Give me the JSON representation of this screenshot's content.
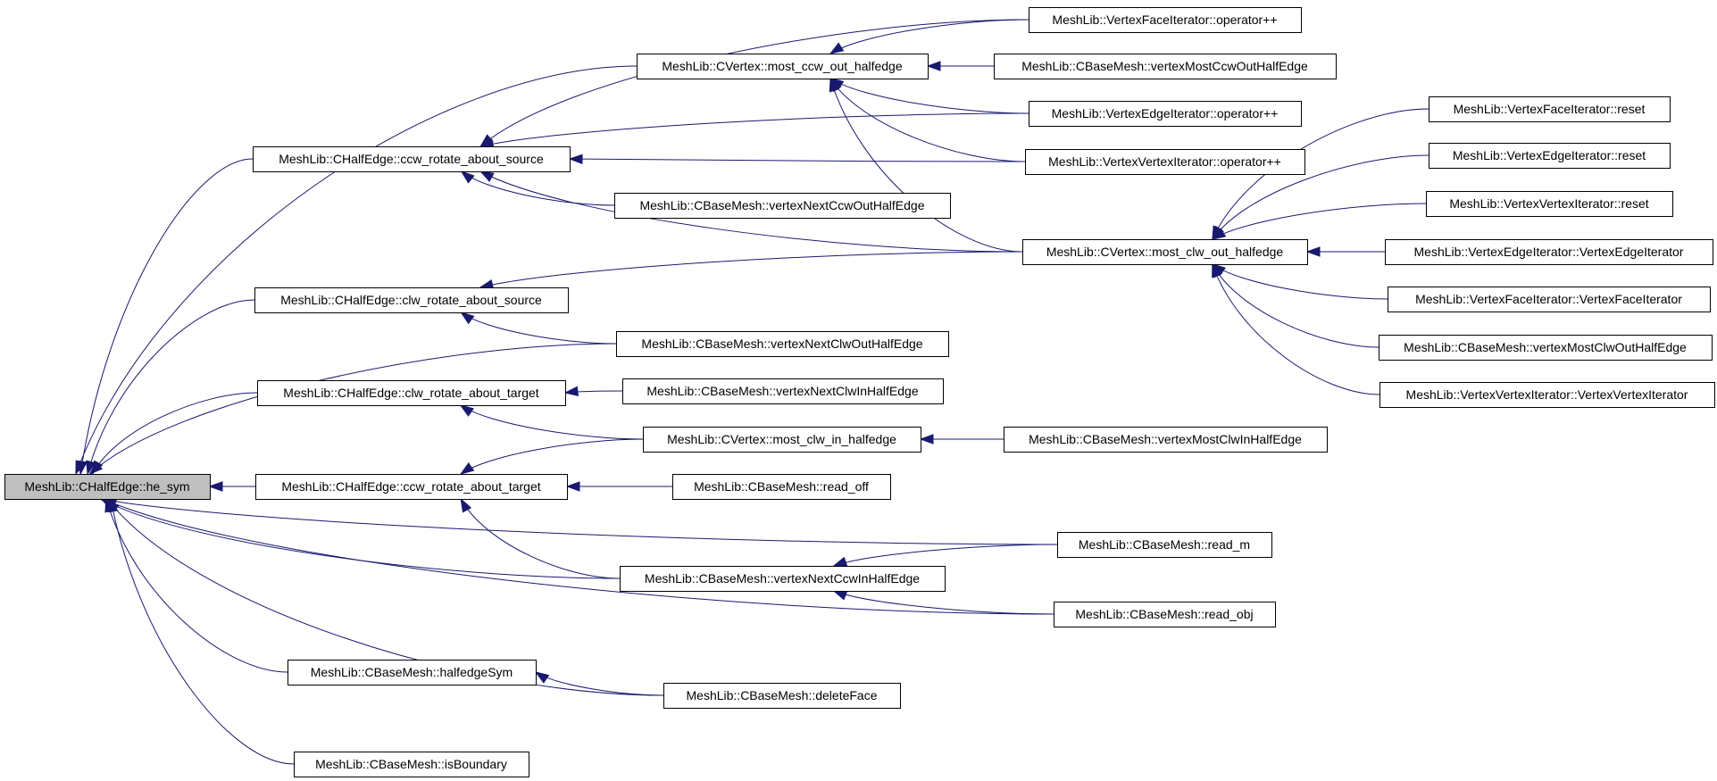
{
  "graph": {
    "root": "he_sym",
    "colors": {
      "edge": "#191970",
      "node_border": "#000000",
      "root_fill": "#bfbfbf",
      "node_fill": "#ffffff"
    },
    "nodes": [
      {
        "id": "he_sym",
        "label": "MeshLib::CHalfEdge::he_sym"
      },
      {
        "id": "ccw_src",
        "label": "MeshLib::CHalfEdge::ccw_rotate_about_source"
      },
      {
        "id": "clw_src",
        "label": "MeshLib::CHalfEdge::clw_rotate_about_source"
      },
      {
        "id": "clw_tgt",
        "label": "MeshLib::CHalfEdge::clw_rotate_about_target"
      },
      {
        "id": "ccw_tgt",
        "label": "MeshLib::CHalfEdge::ccw_rotate_about_target"
      },
      {
        "id": "halfedgeSym",
        "label": "MeshLib::CBaseMesh::halfedgeSym"
      },
      {
        "id": "isBoundary",
        "label": "MeshLib::CBaseMesh::isBoundary"
      },
      {
        "id": "most_ccw_out",
        "label": "MeshLib::CVertex::most_ccw_out_halfedge"
      },
      {
        "id": "vNextCcwOut",
        "label": "MeshLib::CBaseMesh::vertexNextCcwOutHalfEdge"
      },
      {
        "id": "vNextClwOut",
        "label": "MeshLib::CBaseMesh::vertexNextClwOutHalfEdge"
      },
      {
        "id": "vNextClwIn",
        "label": "MeshLib::CBaseMesh::vertexNextClwInHalfEdge"
      },
      {
        "id": "most_clw_in",
        "label": "MeshLib::CVertex::most_clw_in_halfedge"
      },
      {
        "id": "read_off",
        "label": "MeshLib::CBaseMesh::read_off"
      },
      {
        "id": "vNextCcwIn",
        "label": "MeshLib::CBaseMesh::vertexNextCcwInHalfEdge"
      },
      {
        "id": "deleteFace",
        "label": "MeshLib::CBaseMesh::deleteFace"
      },
      {
        "id": "vfi_op",
        "label": "MeshLib::VertexFaceIterator::operator++"
      },
      {
        "id": "vMostCcwOut",
        "label": "MeshLib::CBaseMesh::vertexMostCcwOutHalfEdge"
      },
      {
        "id": "vei_op",
        "label": "MeshLib::VertexEdgeIterator::operator++"
      },
      {
        "id": "vvi_op",
        "label": "MeshLib::VertexVertexIterator::operator++"
      },
      {
        "id": "most_clw_out",
        "label": "MeshLib::CVertex::most_clw_out_halfedge"
      },
      {
        "id": "vMostClwIn",
        "label": "MeshLib::CBaseMesh::vertexMostClwInHalfEdge"
      },
      {
        "id": "read_m",
        "label": "MeshLib::CBaseMesh::read_m"
      },
      {
        "id": "read_obj",
        "label": "MeshLib::CBaseMesh::read_obj"
      },
      {
        "id": "vfi_reset",
        "label": "MeshLib::VertexFaceIterator::reset"
      },
      {
        "id": "vei_reset",
        "label": "MeshLib::VertexEdgeIterator::reset"
      },
      {
        "id": "vvi_reset",
        "label": "MeshLib::VertexVertexIterator::reset"
      },
      {
        "id": "vei_ctor",
        "label": "MeshLib::VertexEdgeIterator::VertexEdgeIterator"
      },
      {
        "id": "vfi_ctor",
        "label": "MeshLib::VertexFaceIterator::VertexFaceIterator"
      },
      {
        "id": "vMostClwOut",
        "label": "MeshLib::CBaseMesh::vertexMostClwOutHalfEdge"
      },
      {
        "id": "vvi_ctor",
        "label": "MeshLib::VertexVertexIterator::VertexVertexIterator"
      }
    ],
    "edges": [
      [
        "he_sym",
        "ccw_src"
      ],
      [
        "he_sym",
        "clw_src"
      ],
      [
        "he_sym",
        "clw_tgt"
      ],
      [
        "he_sym",
        "ccw_tgt"
      ],
      [
        "he_sym",
        "halfedgeSym"
      ],
      [
        "he_sym",
        "isBoundary"
      ],
      [
        "he_sym",
        "most_ccw_out"
      ],
      [
        "he_sym",
        "vNextClwOut"
      ],
      [
        "he_sym",
        "read_off"
      ],
      [
        "he_sym",
        "read_m"
      ],
      [
        "he_sym",
        "vNextCcwIn"
      ],
      [
        "he_sym",
        "read_obj"
      ],
      [
        "he_sym",
        "deleteFace"
      ],
      [
        "ccw_src",
        "vfi_op"
      ],
      [
        "ccw_src",
        "vei_op"
      ],
      [
        "ccw_src",
        "vvi_op"
      ],
      [
        "ccw_src",
        "vNextCcwOut"
      ],
      [
        "ccw_src",
        "most_clw_out"
      ],
      [
        "most_ccw_out",
        "vfi_op"
      ],
      [
        "most_ccw_out",
        "vMostCcwOut"
      ],
      [
        "most_ccw_out",
        "vei_op"
      ],
      [
        "most_ccw_out",
        "vvi_op"
      ],
      [
        "most_ccw_out",
        "most_clw_out"
      ],
      [
        "clw_src",
        "most_clw_out"
      ],
      [
        "clw_src",
        "vNextClwOut"
      ],
      [
        "clw_tgt",
        "vNextClwIn"
      ],
      [
        "clw_tgt",
        "most_clw_in"
      ],
      [
        "ccw_tgt",
        "most_clw_in"
      ],
      [
        "ccw_tgt",
        "read_off"
      ],
      [
        "ccw_tgt",
        "vNextCcwIn"
      ],
      [
        "most_clw_in",
        "vMostClwIn"
      ],
      [
        "most_clw_out",
        "vfi_reset"
      ],
      [
        "most_clw_out",
        "vei_reset"
      ],
      [
        "most_clw_out",
        "vvi_reset"
      ],
      [
        "most_clw_out",
        "vei_ctor"
      ],
      [
        "most_clw_out",
        "vfi_ctor"
      ],
      [
        "most_clw_out",
        "vMostClwOut"
      ],
      [
        "most_clw_out",
        "vvi_ctor"
      ],
      [
        "vNextCcwIn",
        "read_m"
      ],
      [
        "vNextCcwIn",
        "read_obj"
      ],
      [
        "halfedgeSym",
        "deleteFace"
      ]
    ]
  }
}
